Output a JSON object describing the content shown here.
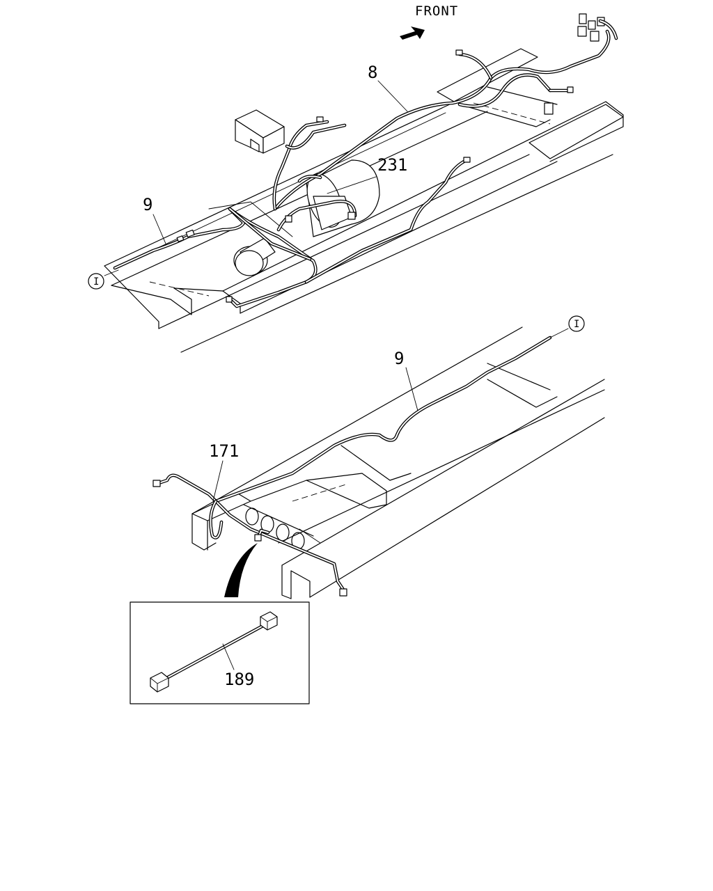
{
  "direction": {
    "label": "FRONT",
    "icon": "front-arrow-icon"
  },
  "callouts": {
    "harness_8": "8",
    "harness_9_top": "9",
    "harness_231": "231",
    "harness_9_bottom": "9",
    "harness_171": "171",
    "harness_189": "189"
  },
  "connection_refs": {
    "top_left": "I",
    "bottom_right": "I"
  }
}
